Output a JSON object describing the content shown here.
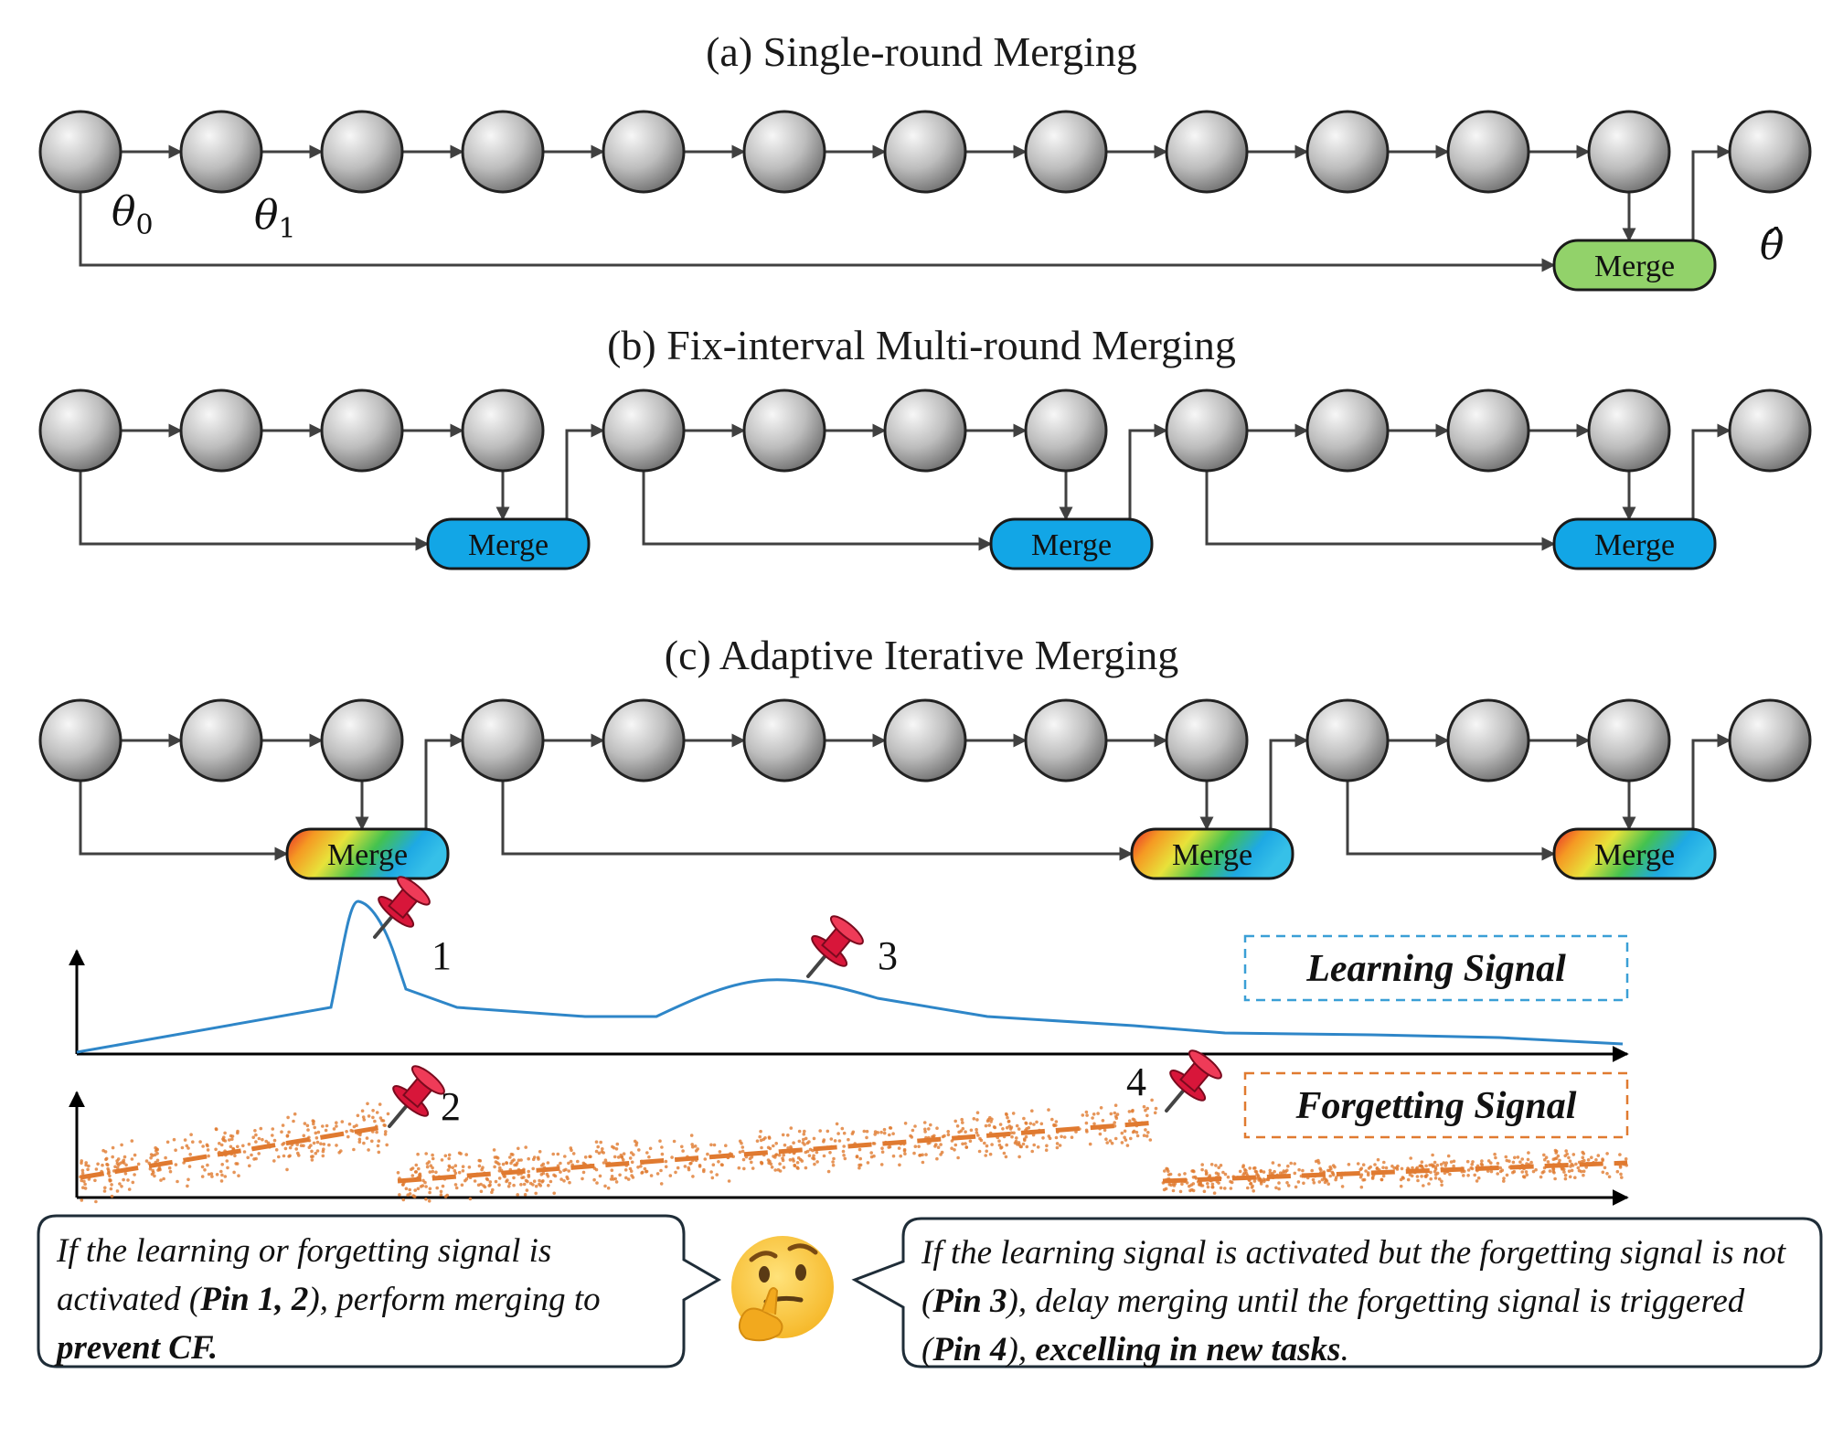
{
  "sections": {
    "a_title": "(a) Single-round Merging",
    "b_title": "(b) Fix-interval Multi-round Merging",
    "c_title": "(c) Adaptive Iterative Merging"
  },
  "merge_label": "Merge",
  "labels": {
    "theta0_base": "θ",
    "theta0_sub": "0",
    "theta1_base": "θ",
    "theta1_sub": "1",
    "theta_hat": "θ̂"
  },
  "colors": {
    "node_light": "#f2f2f2",
    "node_dark": "#7a7a7a",
    "merge_single": "#92d26a",
    "merge_fixed": "#12a6e6",
    "learning_line": "#2e86c8",
    "forgetting": "#e07a30",
    "pin": "#d8163a",
    "learning_box_border": "#3a9fd6",
    "forgetting_box_border": "#e07a30"
  },
  "signals": {
    "learning_label": "Learning Signal",
    "forgetting_label": "Forgetting Signal",
    "pins": [
      "1",
      "2",
      "3",
      "4"
    ]
  },
  "bubbles": {
    "left": {
      "part1": "If the learning or forgetting signal is activated (",
      "pin_ref": "Pin 1, 2",
      "part2": "), perform merging to ",
      "emphasis": "prevent CF."
    },
    "right": {
      "part1": "If the learning signal is activated but the forgetting signal is not (",
      "pin_ref1": "Pin 3",
      "part2": "), delay merging until the forgetting signal is triggered (",
      "pin_ref2": "Pin 4",
      "part3": "), ",
      "emphasis": "excelling in new tasks",
      "part4": "."
    }
  },
  "icons": {
    "thinking_face": "thinking-face-icon",
    "pushpin": "pushpin-icon"
  }
}
